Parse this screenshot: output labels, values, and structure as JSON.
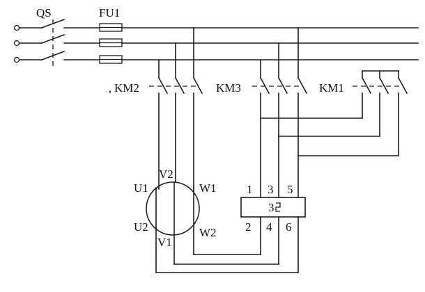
{
  "labels": {
    "qs": "QS",
    "fu1": "FU1",
    "km2": "KM2",
    "km3": "KM3",
    "km1": "KM1",
    "u1": "U1",
    "v2": "V2",
    "w1": "W1",
    "u2": "U2",
    "v1": "V1",
    "w2": "W2",
    "relay_mark": "3",
    "term_1": "1",
    "term_3": "3",
    "term_5": "5",
    "term_2": "2",
    "term_4": "4",
    "term_6": "6"
  }
}
